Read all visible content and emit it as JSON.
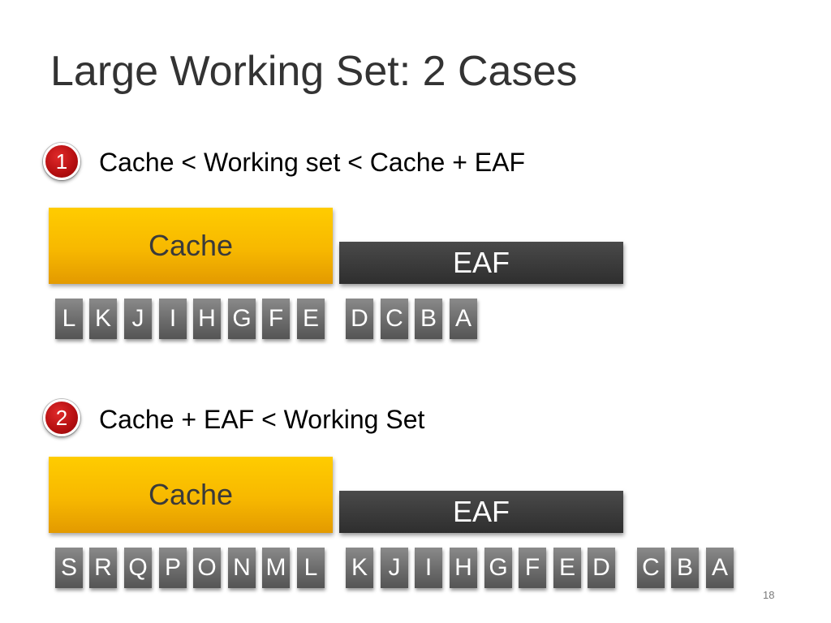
{
  "slide": {
    "title": "Large Working Set: 2 Cases",
    "number": "18"
  },
  "case1": {
    "badge": "1",
    "text": "Cache < Working set < Cache + EAF",
    "cache_label": "Cache",
    "eaf_label": "EAF",
    "blocks": [
      "L",
      "K",
      "J",
      "I",
      "H",
      "G",
      "F",
      "E",
      "D",
      "C",
      "B",
      "A"
    ]
  },
  "case2": {
    "badge": "2",
    "text": "Cache + EAF < Working Set",
    "cache_label": "Cache",
    "eaf_label": "EAF",
    "blocks": [
      "S",
      "R",
      "Q",
      "P",
      "O",
      "N",
      "M",
      "L",
      "K",
      "J",
      "I",
      "H",
      "G",
      "F",
      "E",
      "D",
      "C",
      "B",
      "A"
    ]
  },
  "colors": {
    "cache": "#f7b800",
    "eaf": "#333333",
    "block": "#6b6b6b",
    "badge": "#c0151a"
  }
}
